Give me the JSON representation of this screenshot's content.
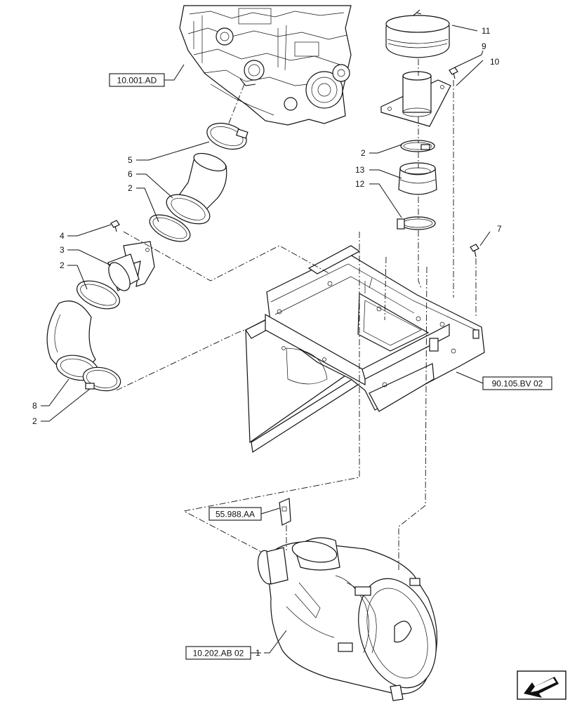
{
  "references": {
    "engine": "10.001.AD",
    "frame": "90.105.BV 02",
    "bracket": "55.988.AA",
    "air_cleaner": "10.202.AB 02"
  },
  "callouts": {
    "c11": "11",
    "c9": "9",
    "c10": "10",
    "c2_top": "2",
    "c13": "13",
    "c12": "12",
    "c5": "5",
    "c6": "6",
    "c2_hose": "2",
    "c4": "4",
    "c3": "3",
    "c2_elbow": "2",
    "c7": "7",
    "c8": "8",
    "c2_bottom": "2",
    "c1": "1"
  }
}
